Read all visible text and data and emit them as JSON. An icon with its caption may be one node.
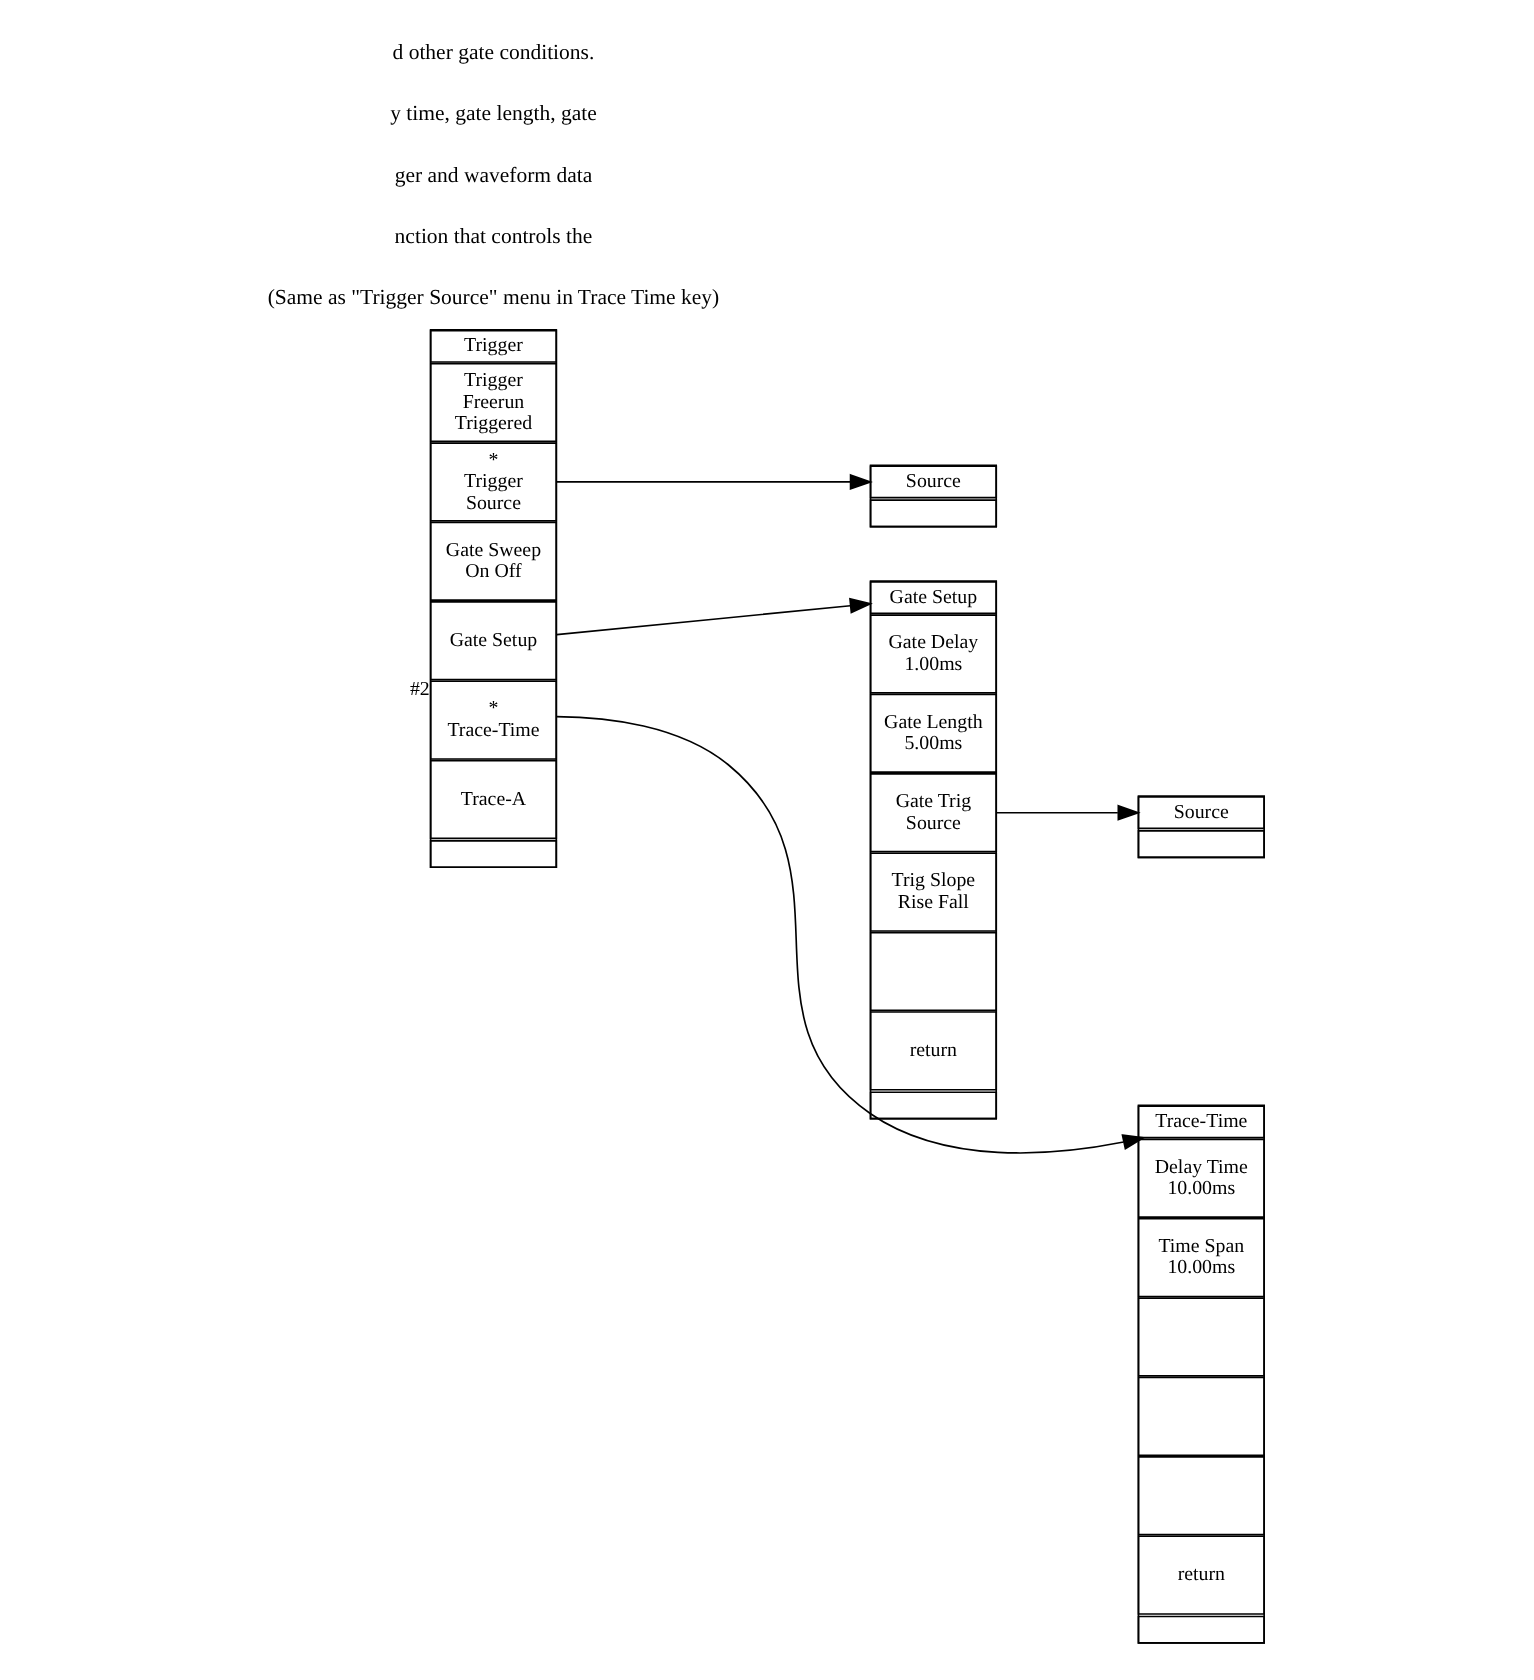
{
  "diagram": {
    "nodes": [
      {
        "text": [],
        "shape": "box"
      },
      {
        "text": [
          "Trigger"
        ],
        "in": 0
      },
      {
        "text": [
          "Trigger Freerun Triggered"
        ],
        "in": 0
      },
      {
        "text": [
          "*",
          "Trigger Source"
        ],
        "in": 0
      },
      {
        "text": [
          "Gate Sweep On Off"
        ],
        "in": 0
      },
      {
        "text": [
          "Gate Setup"
        ],
        "in": 0,
        "beside": [
          "#2"
        ]
      },
      {
        "text": [
          "*",
          "Trace-Time"
        ],
        "in": 0
      },
      {
        "text": [
          "Trace-A"
        ],
        "in": 0
      },
      {
        "text": [],
        "shape": "box",
        "in": 0
      },
      {
        "text": [],
        "shape": "box"
      },
      {
        "text": [
          "Source"
        ],
        "in": 9
      },
      {
        "text": [],
        "shape": "box",
        "in": 9
      },
      {
        "text": [],
        "shape": "box"
      },
      {
        "text": [
          "Gate Setup"
        ],
        "in": 12
      },
      {
        "text": [
          "Gate Delay 1.00ms"
        ],
        "in": 12
      },
      {
        "text": [
          "Gate Length 5.00ms"
        ],
        "in": 12
      },
      {
        "text": [
          "Gate Trig Source"
        ],
        "in": 12
      },
      {
        "text": [
          "Trig Slope Rise Fall"
        ],
        "in": 12
      },
      {
        "text": [],
        "shape": "box",
        "in": 12
      },
      {
        "text": [
          "return"
        ],
        "in": 12
      },
      {
        "text": [],
        "shape": "box",
        "in": 12
      },
      {
        "text": [],
        "shape": "box"
      },
      {
        "text": [
          "Source"
        ],
        "in": 21
      },
      {
        "text": [],
        "shape": "box",
        "in": 21
      },
      {
        "text": [],
        "shape": "box"
      },
      {
        "text": [
          "Trace-Time"
        ],
        "in": 24
      },
      {
        "text": [
          "Delay Time 10.00ms"
        ],
        "in": 24
      },
      {
        "text": [
          "Time Span 10.00ms"
        ],
        "in": 24
      },
      {
        "text": [],
        "shape": "box",
        "in": 24
      },
      {
        "text": [],
        "shape": "box",
        "in": 24
      },
      {
        "text": [],
        "shape": "box",
        "in": 24
      },
      {
        "text": [
          "return"
        ],
        "in": 24
      },
      {
        "text": [],
        "shape": "box",
        "in": 24
      }
    ],
    "edges": [
      {
        "from": 3,
        "to": 10,
        "arrow": "to"
      },
      {
        "from": 5,
        "to": 13,
        "arrow": "to"
      },
      {
        "from": 16,
        "to": 22,
        "arrow": "to"
      },
      {
        "from": 6,
        "to": 25,
        "arrow": "to"
      }
    ],
    "labels": [
      "(Same as \"Trigger Source\" menu in Trace Time key)",
      "nction that controls the",
      "ger and waveform data",
      "y time, gate length, gate",
      "d other gate conditions."
    ]
  }
}
